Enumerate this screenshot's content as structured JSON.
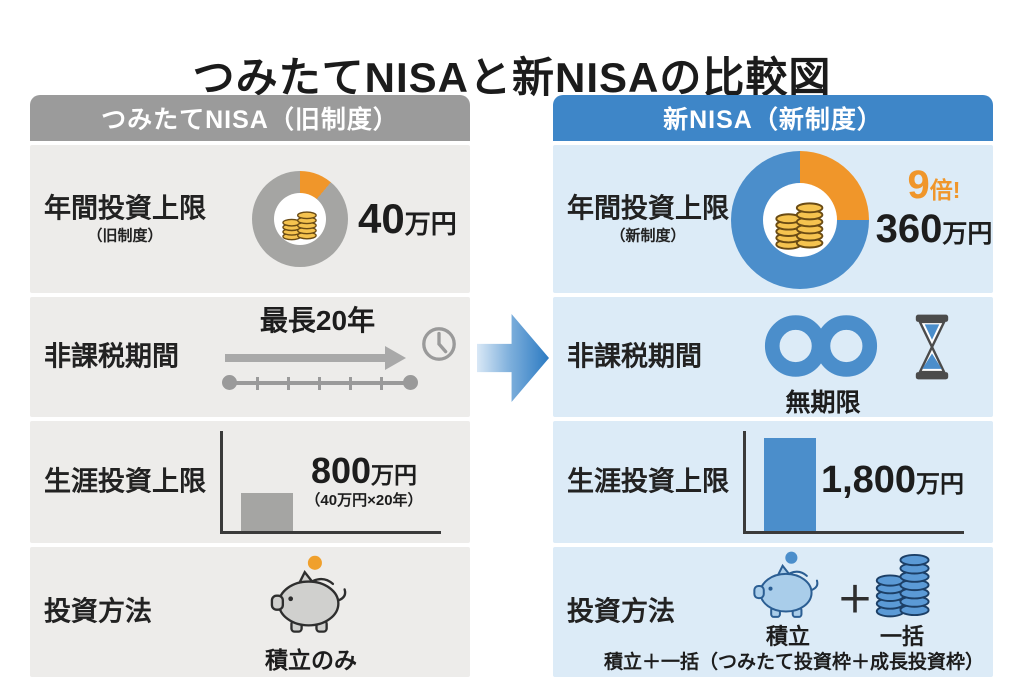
{
  "title": "つみたてNISAと新NISAの比較図",
  "colors": {
    "blue_header": "#3e86c8",
    "blue_accent": "#4b8ecb",
    "blue_row_bg": "#dcebf7",
    "gray_header": "#9b9b9b",
    "gray_row_bg": "#edecea",
    "gray_accent": "#a5a5a3",
    "orange_accent": "#f0962a",
    "coin_gold": "#f5c34f"
  },
  "left": {
    "header": "つみたてNISA（旧制度）",
    "row1": {
      "label": "年間投資上限",
      "sublabel": "（旧制度）",
      "num": "40",
      "unit": "万円"
    },
    "row2": {
      "label": "非課税期間",
      "duration": "最長20年"
    },
    "row3": {
      "label": "生涯投資上限",
      "num": "800",
      "unit": "万円",
      "note": "（40万円×20年）"
    },
    "row4": {
      "label": "投資方法",
      "method": "積立のみ"
    }
  },
  "right": {
    "header": "新NISA（新制度）",
    "row1": {
      "label": "年間投資上限",
      "sublabel": "（新制度）",
      "badge_num": "9",
      "badge_suffix": "倍!",
      "num": "360",
      "unit": "万円"
    },
    "row2": {
      "label": "非課税期間",
      "duration": "無期限"
    },
    "row3": {
      "label": "生涯投資上限",
      "num": "1,800",
      "unit": "万円"
    },
    "row4": {
      "label": "投資方法",
      "method1": "積立",
      "plus": "＋",
      "method2": "一括",
      "caption": "積立＋一括（つみたて投資枠＋成長投資枠）"
    }
  },
  "chart_data": [
    {
      "type": "pie",
      "title": "年間投資上限（旧制度）",
      "slices": [
        {
          "color": "#f0962a",
          "fraction": 0.11
        },
        {
          "color": "#a5a5a3",
          "fraction": 0.89
        }
      ],
      "center_label": "40万円"
    },
    {
      "type": "pie",
      "title": "年間投資上限（新制度）",
      "slices": [
        {
          "color": "#f0962a",
          "fraction": 0.25
        },
        {
          "color": "#4b8ecb",
          "fraction": 0.75
        }
      ],
      "center_label": "360万円",
      "badge": "9倍!"
    },
    {
      "type": "bar",
      "title": "生涯投資上限（旧制度）",
      "categories": [
        "つみたてNISA"
      ],
      "values": [
        800
      ],
      "unit": "万円",
      "note": "40万円×20年"
    },
    {
      "type": "bar",
      "title": "生涯投資上限（新制度）",
      "categories": [
        "新NISA"
      ],
      "values": [
        1800
      ],
      "unit": "万円"
    }
  ]
}
